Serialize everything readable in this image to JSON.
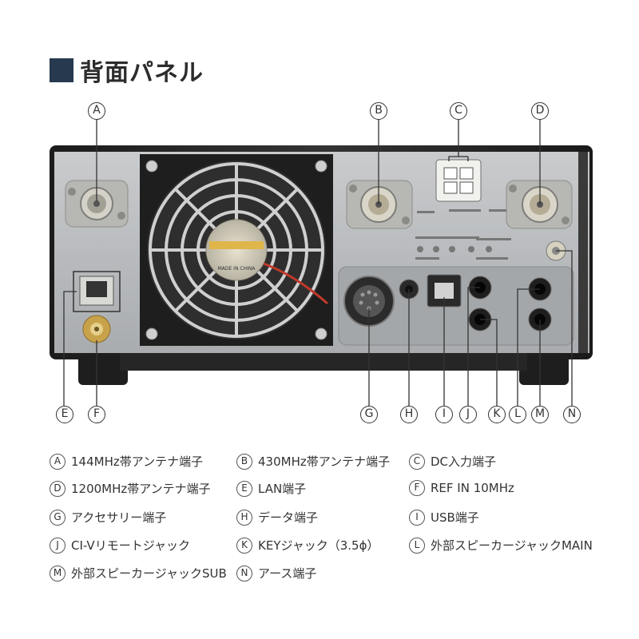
{
  "title": "背面パネル",
  "callouts": {
    "A": "A",
    "B": "B",
    "C": "C",
    "D": "D",
    "E": "E",
    "F": "F",
    "G": "G",
    "H": "H",
    "I": "I",
    "J": "J",
    "K": "K",
    "L": "L",
    "M": "M",
    "N": "N"
  },
  "legend": [
    {
      "letter": "A",
      "text": "144MHz帯アンテナ端子"
    },
    {
      "letter": "B",
      "text": "430MHz帯アンテナ端子"
    },
    {
      "letter": "C",
      "text": "DC入力端子"
    },
    {
      "letter": "D",
      "text": "1200MHz帯アンテナ端子"
    },
    {
      "letter": "E",
      "text": "LAN端子"
    },
    {
      "letter": "F",
      "text": "REF IN 10MHz"
    },
    {
      "letter": "G",
      "text": "アクセサリー端子"
    },
    {
      "letter": "H",
      "text": "データ端子"
    },
    {
      "letter": "I",
      "text": "USB端子"
    },
    {
      "letter": "J",
      "text": "CI-Vリモートジャック"
    },
    {
      "letter": "K",
      "text": "KEYジャック（3.5ϕ）"
    },
    {
      "letter": "L",
      "text": "外部スピーカージャックMAIN"
    },
    {
      "letter": "M",
      "text": "外部スピーカージャックSUB"
    },
    {
      "letter": "N",
      "text": "アース端子"
    }
  ],
  "panel_labels": {
    "fan_label": "MADE IN CHINA"
  }
}
